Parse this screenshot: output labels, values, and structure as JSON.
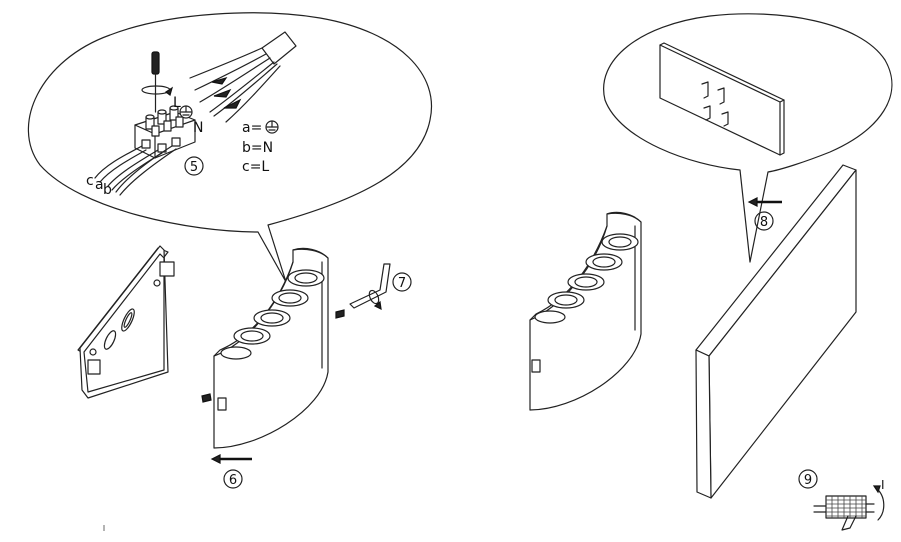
{
  "steps": {
    "five": "5",
    "six": "6",
    "seven": "7",
    "eight": "8",
    "nine": "9"
  },
  "wires": {
    "terminal_L": "L",
    "terminal_N": "N",
    "wire_a": "a",
    "wire_b": "b",
    "wire_c": "c"
  },
  "legend": {
    "line_a": "a=",
    "line_b": "b=N",
    "line_c": "c=L"
  },
  "switch": {
    "on_mark": "I"
  },
  "icons": {
    "earth": "ground-symbol-icon",
    "screwdriver": "screwdriver-icon",
    "hex_key": "hex-key-icon",
    "arrow": "arrow-left-icon"
  }
}
